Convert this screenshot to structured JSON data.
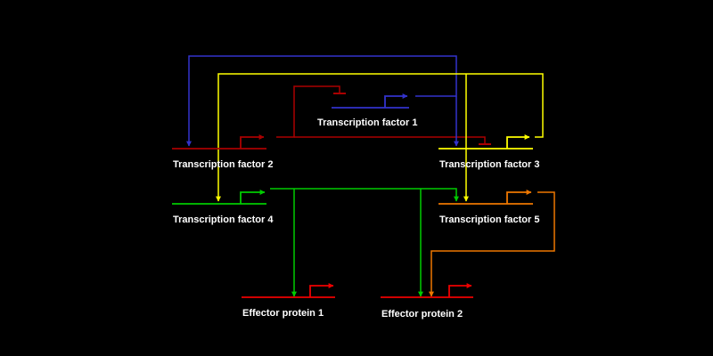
{
  "colors": {
    "background": "#000000",
    "tf1": "#3333cc",
    "tf2": "#aa0000",
    "tf3": "#ffff00",
    "tf4": "#00cc00",
    "tf5": "#ee7700",
    "effector": "#ee0000",
    "label": "#ffffff"
  },
  "genes": {
    "tf1": {
      "label": "Transcription factor 1"
    },
    "tf2": {
      "label": "Transcription factor 2"
    },
    "tf3": {
      "label": "Transcription factor 3"
    },
    "tf4": {
      "label": "Transcription factor 4"
    },
    "tf5": {
      "label": "Transcription factor 5"
    },
    "ep1": {
      "label": "Effector protein 1"
    },
    "ep2": {
      "label": "Effector protein 2"
    }
  },
  "regulations": [
    {
      "from": "Transcription factor 1",
      "to": "Transcription factor 2",
      "type": "activation"
    },
    {
      "from": "Transcription factor 1",
      "to": "Transcription factor 3",
      "type": "activation"
    },
    {
      "from": "Transcription factor 2",
      "to": "Transcription factor 1",
      "type": "repression"
    },
    {
      "from": "Transcription factor 2",
      "to": "Transcription factor 3",
      "type": "repression"
    },
    {
      "from": "Transcription factor 3",
      "to": "Transcription factor 4",
      "type": "activation"
    },
    {
      "from": "Transcription factor 3",
      "to": "Transcription factor 5",
      "type": "activation"
    },
    {
      "from": "Transcription factor 4",
      "to": "Transcription factor 5",
      "type": "activation"
    },
    {
      "from": "Transcription factor 4",
      "to": "Effector protein 1",
      "type": "activation"
    },
    {
      "from": "Transcription factor 4",
      "to": "Effector protein 2",
      "type": "activation"
    },
    {
      "from": "Transcription factor 5",
      "to": "Effector protein 2",
      "type": "activation"
    }
  ]
}
